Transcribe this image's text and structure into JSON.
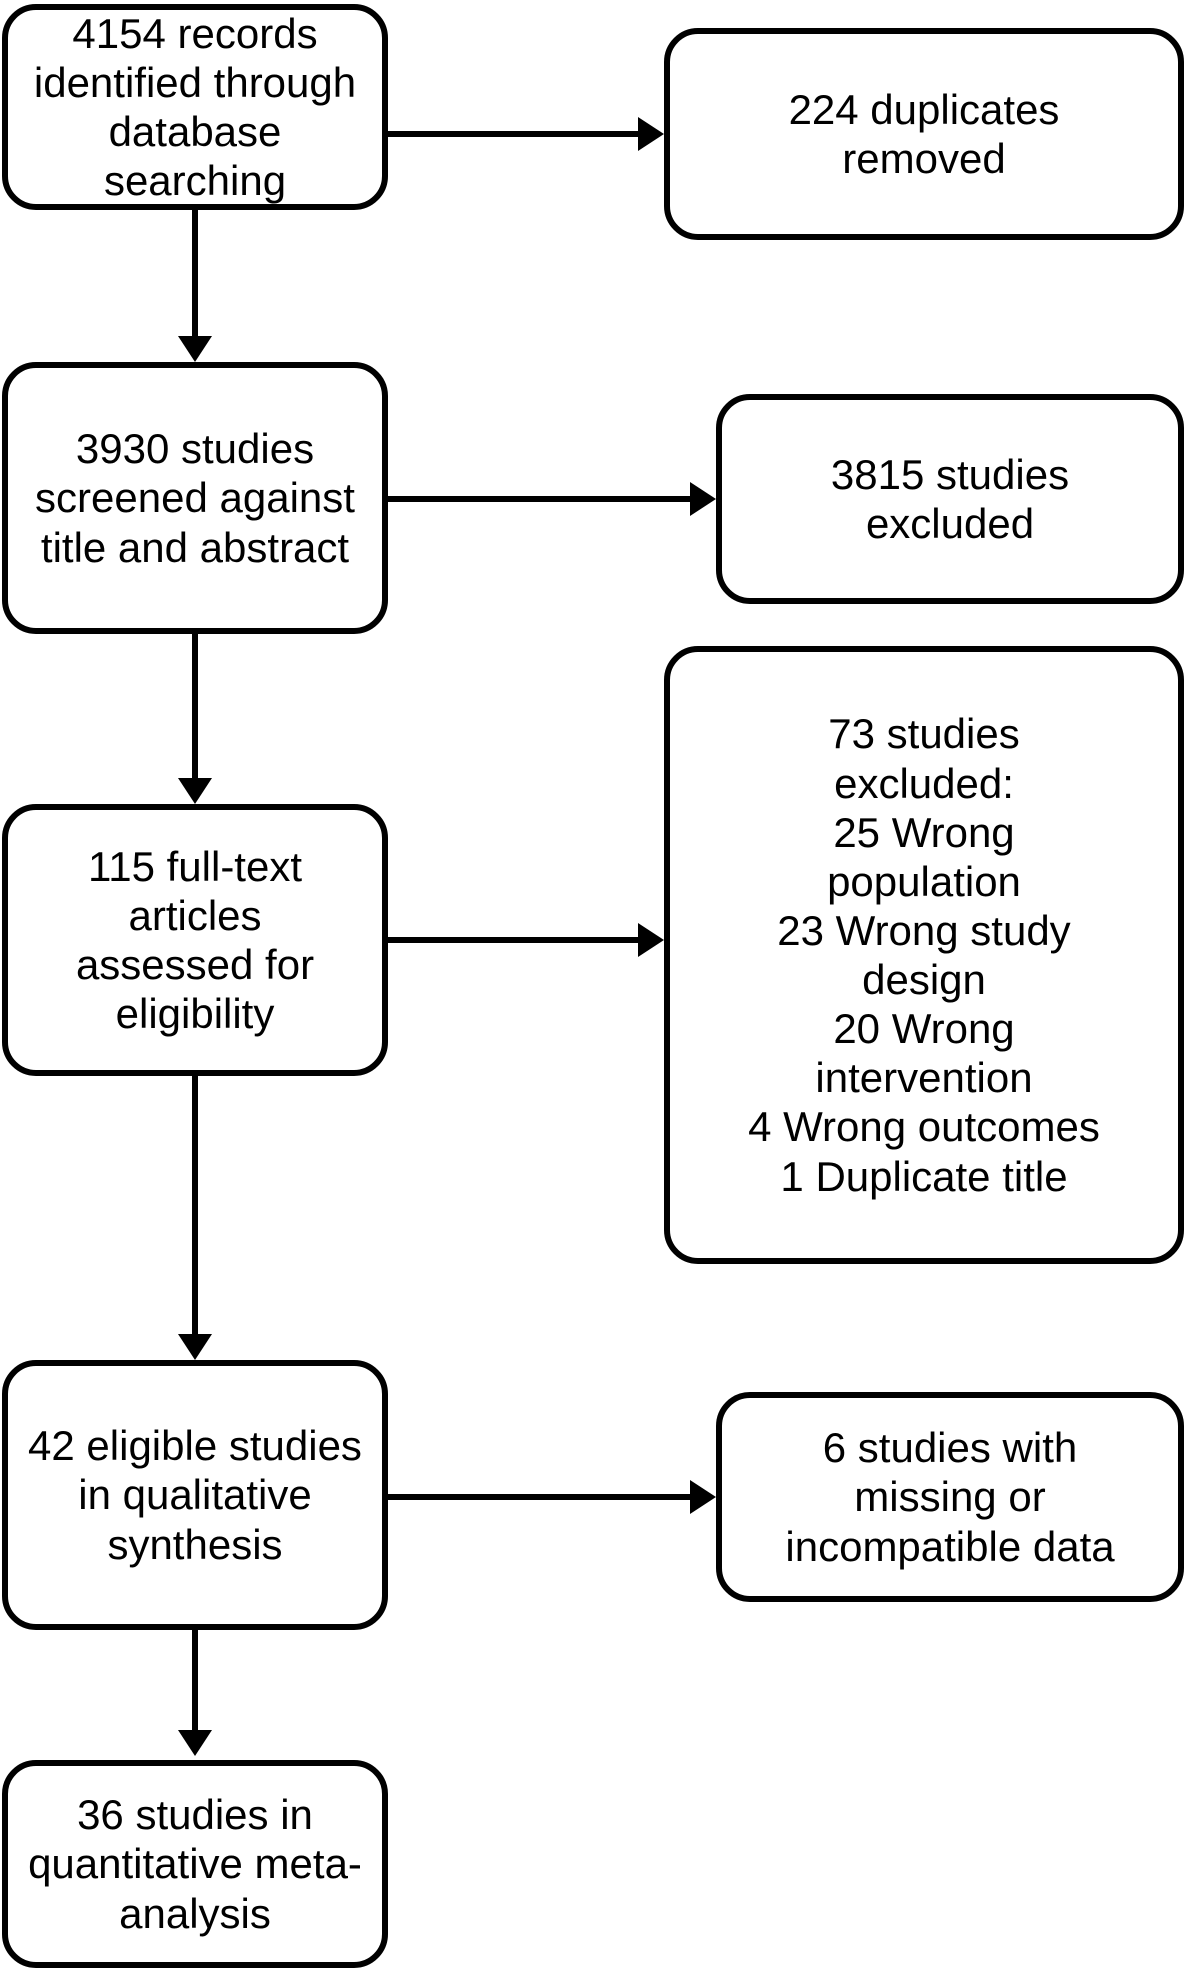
{
  "diagram": {
    "type": "prisma-flow-diagram",
    "stroke_color": "#000000",
    "background_color": "#ffffff",
    "nodes": {
      "identified": "4154 records\nidentified through\ndatabase searching",
      "duplicates": "224 duplicates\nremoved",
      "screened": "3930 studies\nscreened against\ntitle and abstract",
      "excluded_screening": "3815 studies\nexcluded",
      "fulltext": "115 full-text articles\nassessed for\neligibility",
      "excluded_reasons": "73 studies\nexcluded:\n25 Wrong\npopulation\n23 Wrong study\ndesign\n20 Wrong\nintervention\n4 Wrong outcomes\n1 Duplicate title",
      "qualitative": "42 eligible studies\nin qualitative\nsynthesis",
      "missing_data": "6 studies with\nmissing or\nincompatible data",
      "quantitative": "36 studies in\nquantitative meta-\nanalysis"
    },
    "counts": {
      "records_identified": 4154,
      "duplicates_removed": 224,
      "studies_screened": 3930,
      "studies_excluded_screening": 3815,
      "fulltext_assessed": 115,
      "fulltext_excluded": 73,
      "wrong_population": 25,
      "wrong_study_design": 23,
      "wrong_intervention": 20,
      "wrong_outcomes": 4,
      "duplicate_title": 1,
      "eligible_qualitative": 42,
      "missing_or_incompatible": 6,
      "quantitative_meta_analysis": 36
    },
    "edges": [
      {
        "from": "identified",
        "to": "duplicates",
        "direction": "right"
      },
      {
        "from": "identified",
        "to": "screened",
        "direction": "down"
      },
      {
        "from": "screened",
        "to": "excluded_screening",
        "direction": "right"
      },
      {
        "from": "screened",
        "to": "fulltext",
        "direction": "down"
      },
      {
        "from": "fulltext",
        "to": "excluded_reasons",
        "direction": "right"
      },
      {
        "from": "fulltext",
        "to": "qualitative",
        "direction": "down"
      },
      {
        "from": "qualitative",
        "to": "missing_data",
        "direction": "right"
      },
      {
        "from": "qualitative",
        "to": "quantitative",
        "direction": "down"
      }
    ]
  }
}
